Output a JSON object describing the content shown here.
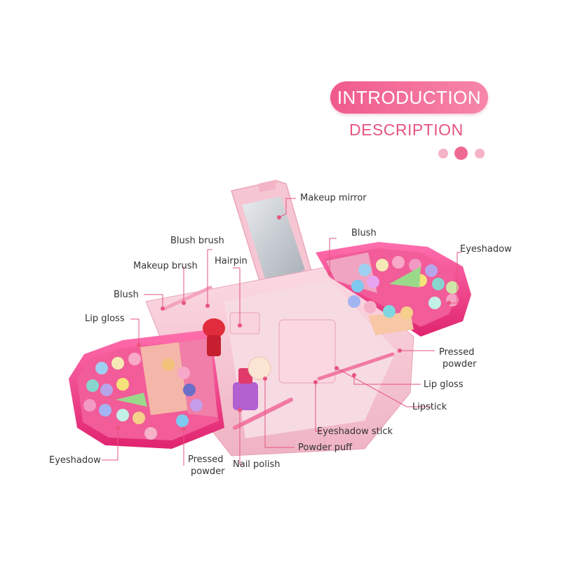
{
  "header": {
    "title": "INTRODUCTION",
    "subtitle": "DESCRIPTION"
  },
  "colors": {
    "accent": "#f05a8c",
    "accent_light": "#f9b8cc",
    "leader_line": "#e6557f"
  },
  "labels": {
    "makeup_mirror": "Makeup mirror",
    "blush_brush": "Blush brush",
    "makeup_brush": "Makeup brush",
    "hairpin": "Hairpin",
    "blush_left": "Blush",
    "blush_right": "Blush",
    "lip_gloss_left": "Lip gloss",
    "lip_gloss_right": "Lip gloss",
    "eyeshadow_left": "Eyeshadow",
    "eyeshadow_right": "Eyeshadow",
    "pressed_powder_right_1": "Pressed",
    "pressed_powder_right_2": "powder",
    "pressed_powder_left_1": "Pressed",
    "pressed_powder_left_2": "powder",
    "lipstick": "Lipstick",
    "eyeshadow_stick": "Eyeshadow stick",
    "powder_puff": "Powder puff",
    "nail_polish": "Nail polish"
  }
}
